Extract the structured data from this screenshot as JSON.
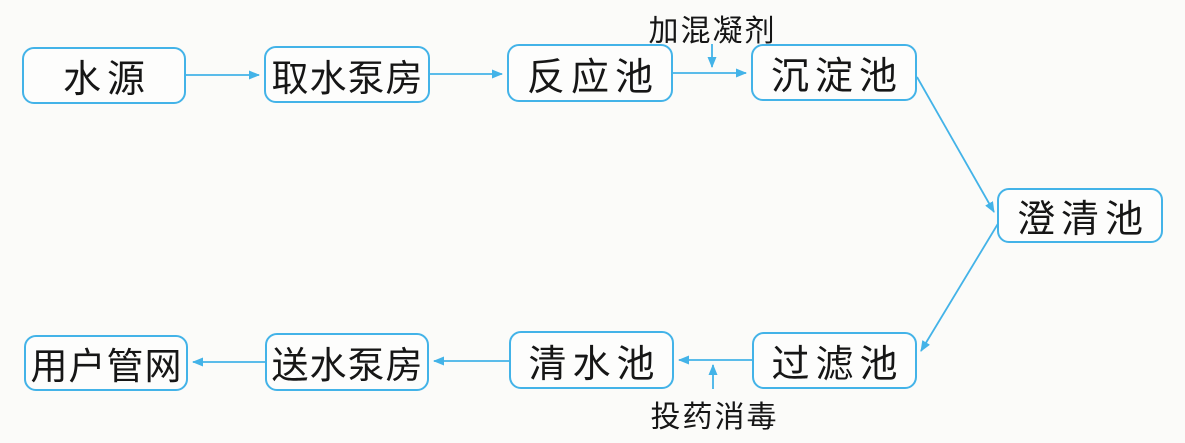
{
  "diagram": {
    "type": "flowchart",
    "subject": "water treatment process",
    "colors": {
      "stroke": "#43b3e8",
      "text": "#161616",
      "background": "#fbfbf9"
    },
    "nodes": [
      {
        "id": "water-source",
        "label": "水源"
      },
      {
        "id": "intake-pump-house",
        "label": "取水泵房"
      },
      {
        "id": "reaction-pool",
        "label": "反应池"
      },
      {
        "id": "sedimentation-pool",
        "label": "沉淀池"
      },
      {
        "id": "clarification-pool",
        "label": "澄清池"
      },
      {
        "id": "filter-pool",
        "label": "过滤池"
      },
      {
        "id": "clear-water-pool",
        "label": "清水池"
      },
      {
        "id": "delivery-pump-house",
        "label": "送水泵房"
      },
      {
        "id": "user-pipe-network",
        "label": "用户管网"
      }
    ],
    "annotations": [
      {
        "id": "add-coagulant",
        "label": "加混凝剂",
        "injects_into_edge": "reaction-pool → sedimentation-pool",
        "arrow_direction": "down"
      },
      {
        "id": "dosing-disinfection",
        "label": "投药消毒",
        "injects_into_edge": "filter-pool → clear-water-pool",
        "arrow_direction": "up"
      }
    ],
    "edges": [
      {
        "from": "water-source",
        "to": "intake-pump-house"
      },
      {
        "from": "intake-pump-house",
        "to": "reaction-pool"
      },
      {
        "from": "reaction-pool",
        "to": "sedimentation-pool",
        "annotation": "加混凝剂"
      },
      {
        "from": "sedimentation-pool",
        "to": "clarification-pool"
      },
      {
        "from": "clarification-pool",
        "to": "filter-pool"
      },
      {
        "from": "filter-pool",
        "to": "clear-water-pool",
        "annotation": "投药消毒"
      },
      {
        "from": "clear-water-pool",
        "to": "delivery-pump-house"
      },
      {
        "from": "delivery-pump-house",
        "to": "user-pipe-network"
      }
    ]
  }
}
